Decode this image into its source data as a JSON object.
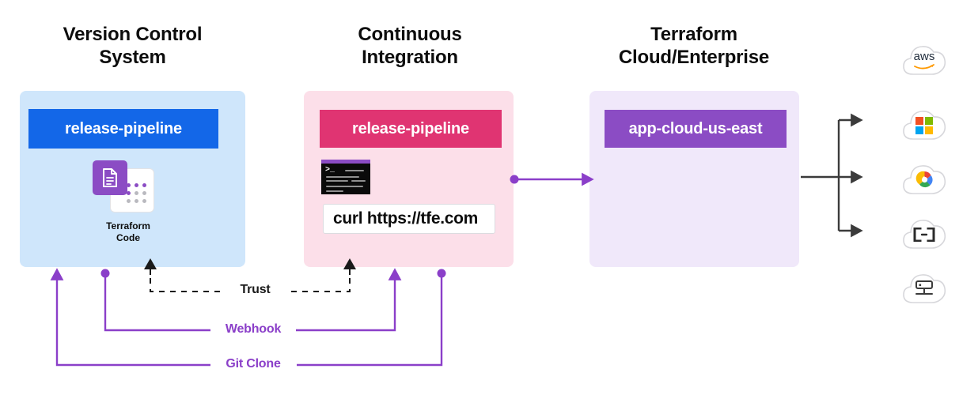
{
  "columns": [
    {
      "id": "vcs",
      "title_line1": "Version Control",
      "title_line2": "System",
      "panel_bg": "#cfe6fb",
      "header_bg": "#1367e8",
      "header_label": "release-pipeline"
    },
    {
      "id": "ci",
      "title_line1": "Continuous",
      "title_line2": "Integration",
      "panel_bg": "#fcdfe9",
      "header_bg": "#e03472",
      "header_label": "release-pipeline"
    },
    {
      "id": "tfe",
      "title_line1": "Terraform",
      "title_line2": "Cloud/Enterprise",
      "panel_bg": "#f0e8fa",
      "header_bg": "#8b4cc4",
      "header_label": "app-cloud-us-east"
    }
  ],
  "vcs": {
    "asset_label_line1": "Terraform",
    "asset_label_line2": "Code",
    "asset_icon": "terraform-code-icon",
    "dot_colors": [
      "#8b4cc4",
      "#8b4cc4",
      "#8b4cc4",
      "#8b4cc4",
      "#b9b9bf",
      "#b9b9bf",
      "#b9b9bf",
      "#b9b9bf",
      "#b9b9bf"
    ]
  },
  "ci": {
    "terminal_icon": "terminal-icon",
    "terminal_prompt": ">_",
    "command": "curl https://tfe.com"
  },
  "connectors": [
    {
      "name": "trust",
      "label": "Trust",
      "color": "#1a1a1a",
      "style": "dashed"
    },
    {
      "name": "webhook",
      "label": "Webhook",
      "color": "#8b3fc9",
      "style": "solid"
    },
    {
      "name": "git-clone",
      "label": "Git Clone",
      "color": "#8b3fc9",
      "style": "solid"
    }
  ],
  "ci_to_tfe": {
    "name": "ci-to-tfe-arrow",
    "color": "#8b3fc9"
  },
  "fanout": {
    "name": "tfe-fanout-arrows",
    "color": "#3b3b3b",
    "branches": 3
  },
  "providers": [
    {
      "name": "aws-cloud-icon",
      "label": "aws"
    },
    {
      "name": "azure-cloud-icon",
      "label": "",
      "colors": [
        "#f25022",
        "#7fba00",
        "#00a4ef",
        "#ffb900"
      ]
    },
    {
      "name": "google-cloud-icon",
      "label": ""
    },
    {
      "name": "generic-platform-icon",
      "label": ""
    },
    {
      "name": "on-prem-datacenter-icon",
      "label": ""
    }
  ],
  "colors": {
    "purple": "#8b3fc9",
    "black": "#1a1a1a",
    "cloud_outline": "#d7d7db"
  }
}
